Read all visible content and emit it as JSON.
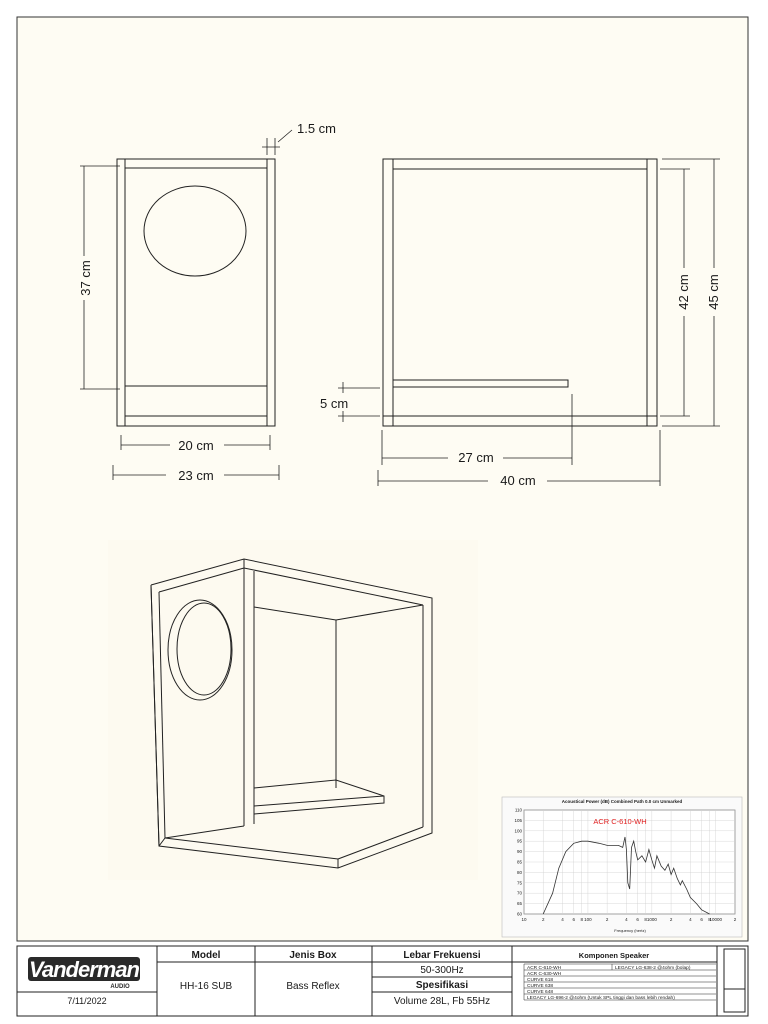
{
  "dimensions": {
    "thickness": "1.5 cm",
    "front_height": "37 cm",
    "front_inner_width": "20 cm",
    "front_outer_width": "23 cm",
    "side_inner_height": "42 cm",
    "side_outer_height": "45 cm",
    "port_height": "5 cm",
    "port_length": "27 cm",
    "side_depth": "40 cm"
  },
  "graph": {
    "title": "Acoustical Power (dB)  Combined  Path 0.0 cm  Unmarked",
    "series_label": "ACR C-610-WH",
    "xlabel": "Frequency (hertz)",
    "y_ticks": [
      "110",
      "105",
      "100",
      "95",
      "90",
      "85",
      "80",
      "75",
      "70",
      "65",
      "60"
    ],
    "x_ticks": [
      "10",
      "2",
      "4",
      "6",
      "8",
      "100",
      "2",
      "4",
      "6",
      "8",
      "1000",
      "2",
      "4",
      "6",
      "8",
      "10000",
      "2"
    ],
    "colors": {
      "label": "#e02020",
      "curve": "#333333"
    }
  },
  "chart_data": {
    "type": "line",
    "title": "Acoustical Power (dB)  Combined  Path 0.0 cm  Unmarked",
    "xlabel": "Frequency (hertz)",
    "ylabel": "",
    "xscale": "log",
    "xlim": [
      10,
      20000
    ],
    "ylim": [
      60,
      110
    ],
    "grid": true,
    "series": [
      {
        "name": "ACR C-610-WH",
        "x": [
          20,
          28,
          35,
          45,
          60,
          80,
          100,
          150,
          200,
          300,
          350,
          380,
          400,
          420,
          450,
          480,
          520,
          560,
          600,
          700,
          800,
          900,
          1000,
          1100,
          1200,
          1400,
          1600,
          1800,
          2000,
          2200,
          2500,
          2800,
          3000,
          3500,
          4000,
          5000,
          6000,
          8000
        ],
        "y": [
          60,
          70,
          82,
          90,
          94,
          95,
          95,
          94,
          93,
          93,
          92,
          97,
          91,
          75,
          72,
          92,
          95,
          90,
          86,
          88,
          85,
          91,
          86,
          82,
          88,
          83,
          81,
          84,
          79,
          82,
          77,
          74,
          76,
          72,
          68,
          65,
          62,
          60
        ]
      }
    ]
  },
  "title_block": {
    "logo": "Vanderman",
    "logo_sub": "AUDIO",
    "date": "7/11/2022",
    "headers": {
      "model": "Model",
      "jenis": "Jenis Box",
      "lebar": "Lebar Frekuensi",
      "komponen": "Komponen Speaker",
      "spesifikasi": "Spesifikasi"
    },
    "model": "HH-16 SUB",
    "jenis": "Bass Reflex",
    "lebar": "50-300Hz",
    "spesifikasi": "Volume 28L, Fb 55Hz",
    "components": [
      {
        "left": "ACR C-610-WH",
        "right": "LEGACY LG-638-2 @4ohm (bolap)"
      },
      {
        "left": "ACR C-630-WH",
        "right": ""
      },
      {
        "left": "CURVE 618",
        "right": ""
      },
      {
        "left": "CURVE 638",
        "right": ""
      },
      {
        "left": "CURVE 648",
        "right": ""
      },
      {
        "left": "LEGACY LG-696-2 @4ohm (Untuk SPL tinggi dan bass lebih rendah)",
        "right": ""
      }
    ]
  }
}
